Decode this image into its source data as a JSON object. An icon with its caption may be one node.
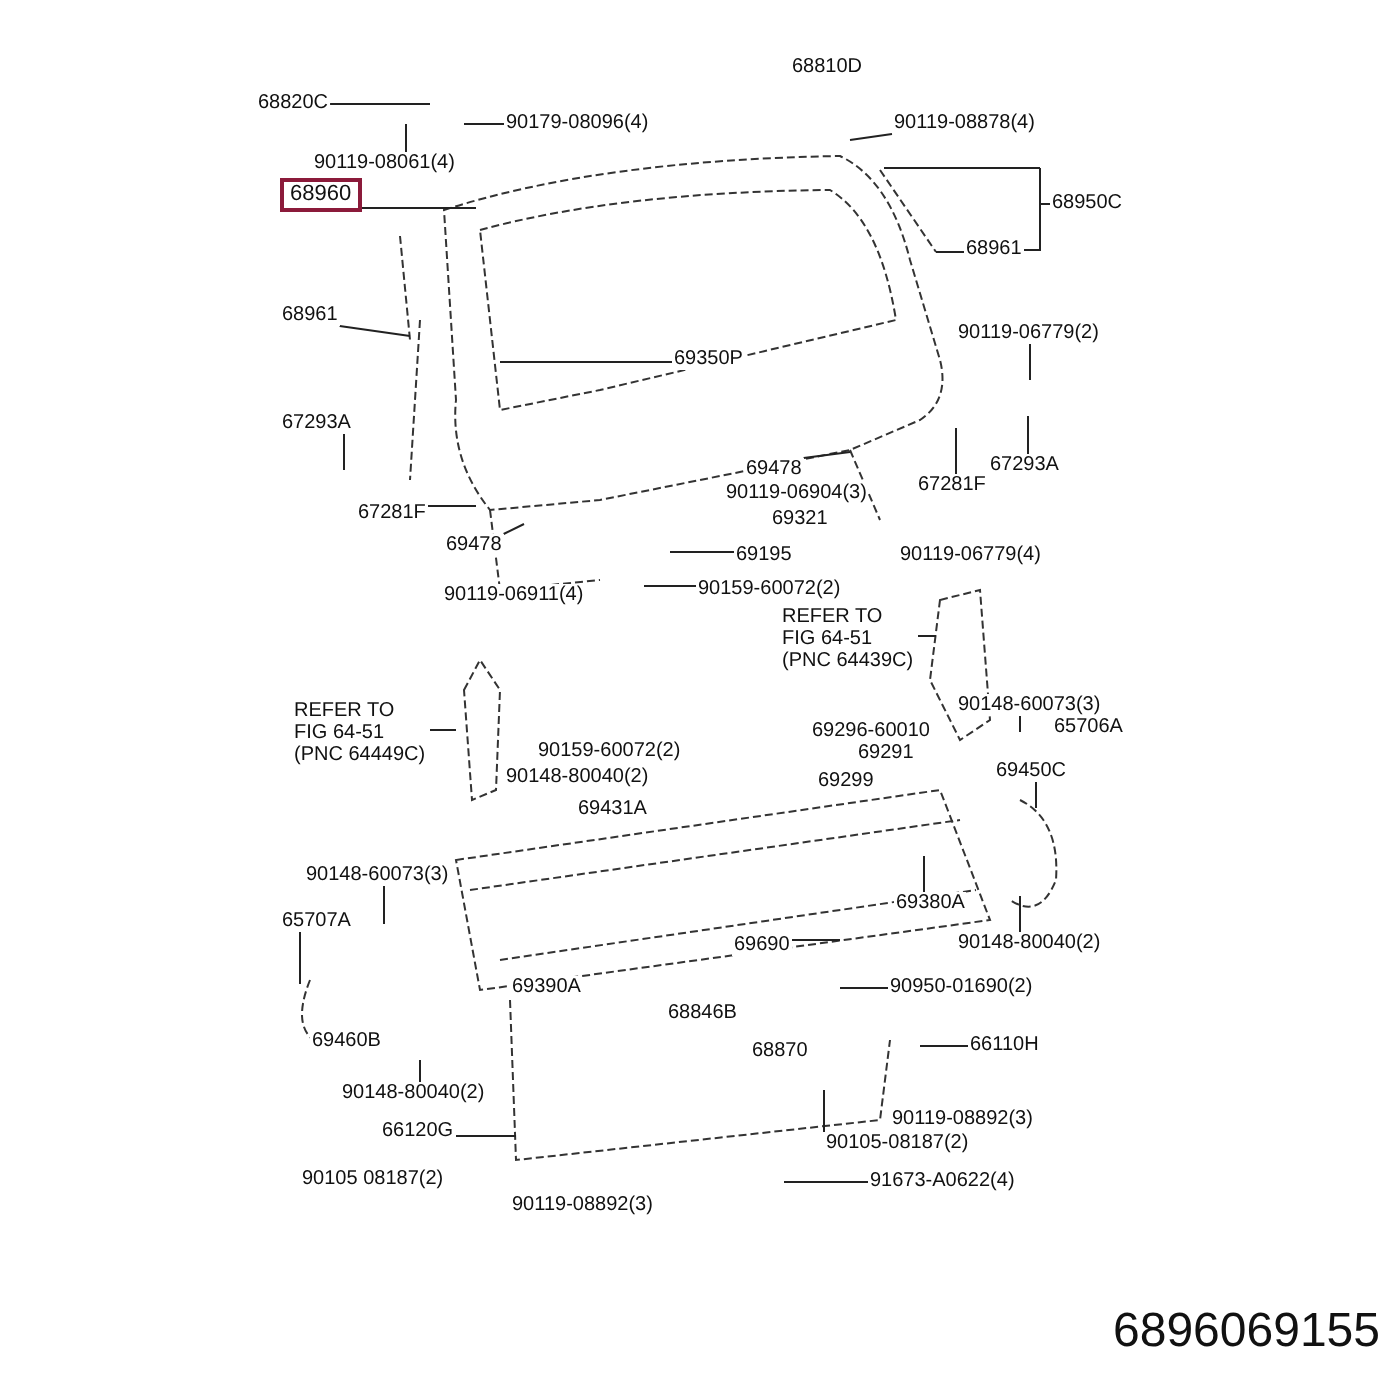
{
  "diagram": {
    "nodes": [
      {
        "text": [
          "68820C"
        ]
      },
      {
        "text": [
          "68810D"
        ]
      },
      {
        "text": [
          "90179-08096(4)"
        ]
      },
      {
        "text": [
          "90119-08061(4)"
        ]
      },
      {
        "text": [
          "68960"
        ]
      },
      {
        "text": [
          "90119-08878(4)"
        ]
      },
      {
        "text": [
          "68950C"
        ]
      },
      {
        "text": [
          "68961"
        ]
      },
      {
        "text": [
          "68961"
        ]
      },
      {
        "text": [
          "69350P"
        ]
      },
      {
        "text": [
          "90119-06779(2)"
        ]
      },
      {
        "text": [
          "67293A"
        ]
      },
      {
        "text": [
          "67281F"
        ]
      },
      {
        "text": [
          "67293A"
        ]
      },
      {
        "text": [
          "67281F"
        ]
      },
      {
        "text": [
          "69478"
        ]
      },
      {
        "text": [
          "90119-06904(3)"
        ]
      },
      {
        "text": [
          "69321"
        ]
      },
      {
        "text": [
          "69478"
        ]
      },
      {
        "text": [
          "69195"
        ]
      },
      {
        "text": [
          "90159-60072(2)"
        ]
      },
      {
        "text": [
          "90119-06911(4)"
        ]
      },
      {
        "text": [
          "90119-06779(4)"
        ]
      },
      {
        "text": [
          "REFER TO FIG 64-51 (PNC 64439C)"
        ]
      },
      {
        "text": [
          "REFER TO FIG 64-51 (PNC 64449C)"
        ]
      },
      {
        "text": [
          "90159-60072(2)"
        ]
      },
      {
        "text": [
          "90148-80040(2)"
        ]
      },
      {
        "text": [
          "69431A"
        ]
      },
      {
        "text": [
          "69296-60010"
        ]
      },
      {
        "text": [
          "69291"
        ]
      },
      {
        "text": [
          "69299"
        ]
      },
      {
        "text": [
          "90148-60073(3)"
        ]
      },
      {
        "text": [
          "65706A"
        ]
      },
      {
        "text": [
          "69450C"
        ]
      },
      {
        "text": [
          "90148-60073(3)"
        ]
      },
      {
        "text": [
          "65707A"
        ]
      },
      {
        "text": [
          "69690"
        ]
      },
      {
        "text": [
          "69380A"
        ]
      },
      {
        "text": [
          "90148-80040(2)"
        ]
      },
      {
        "text": [
          "69390A"
        ]
      },
      {
        "text": [
          "68846B"
        ]
      },
      {
        "text": [
          "69460B"
        ]
      },
      {
        "text": [
          "68870"
        ]
      },
      {
        "text": [
          "90950-01690(2)"
        ]
      },
      {
        "text": [
          "66110H"
        ]
      },
      {
        "text": [
          "90148-80040(2)"
        ]
      },
      {
        "text": [
          "66120G"
        ]
      },
      {
        "text": [
          "90105 08187(2)"
        ]
      },
      {
        "text": [
          "90119-08892(3)"
        ]
      },
      {
        "text": [
          "90105-08187(2)"
        ]
      },
      {
        "text": [
          "90119-08892(3)"
        ]
      },
      {
        "text": [
          "91673-A0622(4)"
        ]
      }
    ],
    "edges": [
      {
        "from": 0,
        "to": null,
        "arrow": "none"
      },
      {
        "from": 2,
        "to": null,
        "arrow": "none"
      },
      {
        "from": 3,
        "to": null,
        "arrow": "none"
      },
      {
        "from": 4,
        "to": null,
        "arrow": "none"
      },
      {
        "from": 5,
        "to": null,
        "arrow": "none"
      },
      {
        "from": 6,
        "to": null,
        "arrow": "none"
      },
      {
        "from": 7,
        "to": null,
        "arrow": "none"
      },
      {
        "from": 8,
        "to": null,
        "arrow": "none"
      },
      {
        "from": 9,
        "to": null,
        "arrow": "none"
      },
      {
        "from": 10,
        "to": null,
        "arrow": "none"
      },
      {
        "from": 11,
        "to": null,
        "arrow": "none"
      },
      {
        "from": 12,
        "to": null,
        "arrow": "none"
      },
      {
        "from": 13,
        "to": null,
        "arrow": "none"
      },
      {
        "from": 14,
        "to": null,
        "arrow": "none"
      },
      {
        "from": 15,
        "to": null,
        "arrow": "none"
      },
      {
        "from": 18,
        "to": null,
        "arrow": "none"
      },
      {
        "from": 19,
        "to": null,
        "arrow": "none"
      },
      {
        "from": 20,
        "to": null,
        "arrow": "none"
      },
      {
        "from": 23,
        "to": null,
        "arrow": "none"
      },
      {
        "from": 24,
        "to": null,
        "arrow": "none"
      },
      {
        "from": 31,
        "to": null,
        "arrow": "none"
      },
      {
        "from": 33,
        "to": null,
        "arrow": "none"
      },
      {
        "from": 34,
        "to": null,
        "arrow": "none"
      },
      {
        "from": 35,
        "to": null,
        "arrow": "none"
      },
      {
        "from": 36,
        "to": null,
        "arrow": "none"
      },
      {
        "from": 37,
        "to": null,
        "arrow": "none"
      },
      {
        "from": 38,
        "to": null,
        "arrow": "none"
      },
      {
        "from": 43,
        "to": null,
        "arrow": "none"
      },
      {
        "from": 44,
        "to": null,
        "arrow": "none"
      },
      {
        "from": 45,
        "to": null,
        "arrow": "none"
      },
      {
        "from": 46,
        "to": null,
        "arrow": "none"
      },
      {
        "from": 49,
        "to": null,
        "arrow": "none"
      },
      {
        "from": 51,
        "to": null,
        "arrow": "none"
      }
    ],
    "labels": [
      "6896069155"
    ]
  }
}
